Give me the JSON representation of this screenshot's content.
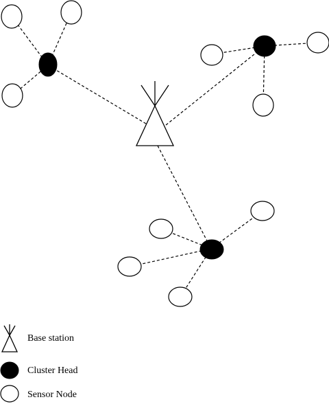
{
  "legend": {
    "base_station": "Base station",
    "cluster_head": "Cluster Head",
    "sensor_node": "Sensor Node"
  },
  "colors": {
    "cluster_head_fill": "#000000",
    "sensor_fill": "#ffffff",
    "stroke": "#000000"
  },
  "icons": {
    "base_station": "antenna-triangle-icon",
    "cluster_head": "filled-ellipse-icon",
    "sensor_node": "hollow-ellipse-icon"
  }
}
